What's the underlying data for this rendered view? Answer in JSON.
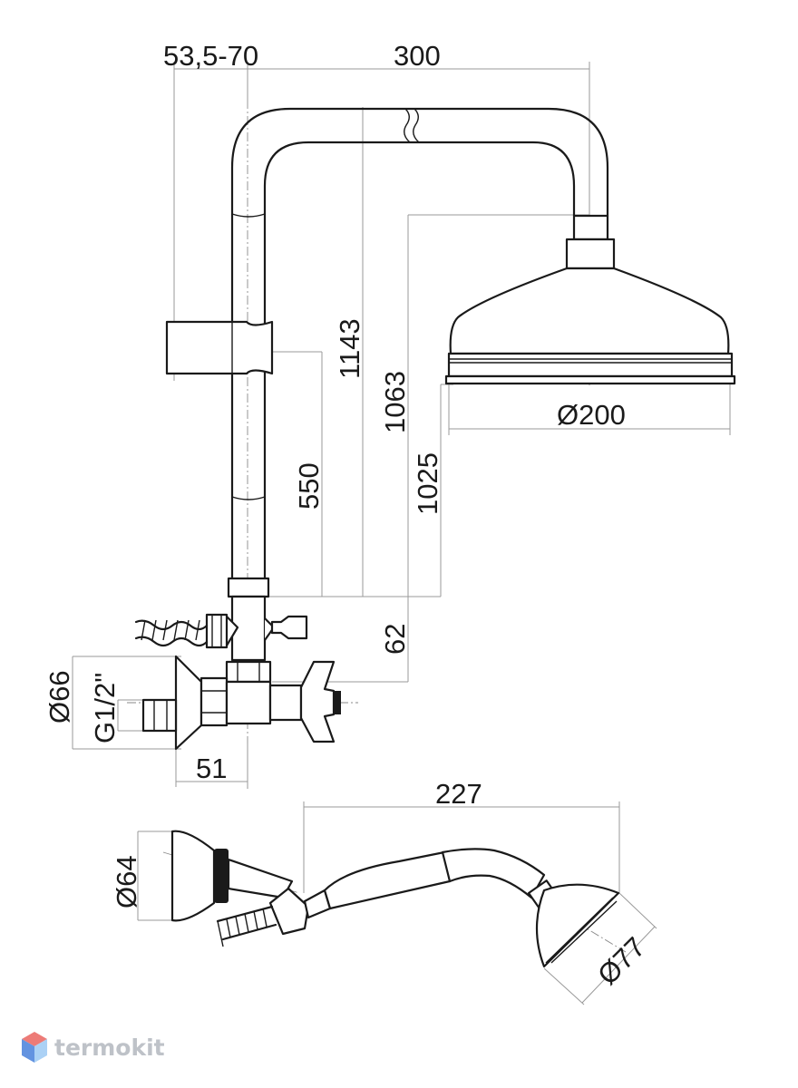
{
  "dimensions": {
    "arm_offset": "53,5-70",
    "arm_length": "300",
    "height_total": "1143",
    "height_head": "1063",
    "height_rim": "1025",
    "slider_height": "550",
    "valve_offset": "62",
    "head_diameter": "Ø200",
    "escutcheon_diameter": "Ø66",
    "inlet_thread": "G1/2\"",
    "wall_depth": "51",
    "hand_length": "227",
    "holder_diameter": "Ø64",
    "hand_head_diameter": "Ø77"
  },
  "brand": {
    "name": "termokit",
    "colors": {
      "top": "#e8504a",
      "left": "#2f6fd6",
      "right": "#8fc2f2",
      "text": "#a9aeb6"
    }
  }
}
